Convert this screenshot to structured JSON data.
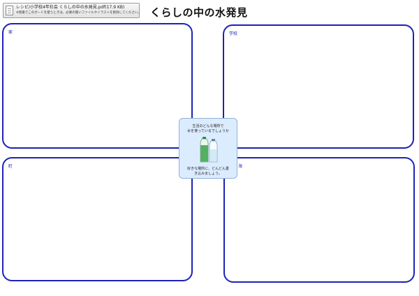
{
  "file": {
    "name": "レシピ/小学校4年社会 くらしの中の水発見.pdf(17.9 KB)",
    "note": "※授業でこのボードを使うときは、必要の無いファイルやイラストを削除してください。"
  },
  "title": "くらしの中の水発見",
  "boxes": {
    "home": "家",
    "school": "学校",
    "town": "町",
    "sea": "山・海"
  },
  "card": {
    "question_line1": "生活のどんな場所で",
    "question_line2": "水を使っているでしょうか",
    "prompt_line1": "好きな場所に、どんどん書",
    "prompt_line2": "き込みましょう。",
    "illustration": "water-bottles-icon"
  },
  "colors": {
    "border": "#1c22b8",
    "card_bg": "#dcecff"
  }
}
